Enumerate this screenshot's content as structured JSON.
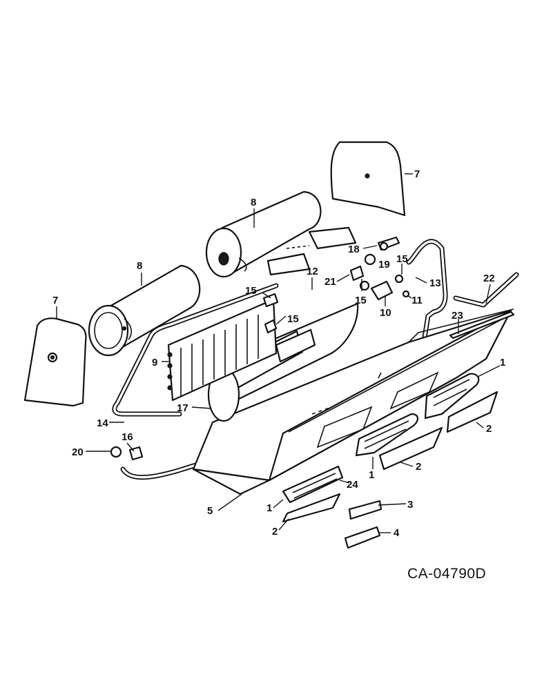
{
  "callouts": {
    "c7_right": "7",
    "c8_top": "8",
    "c18": "18",
    "c19": "19",
    "c15_a": "15",
    "c21": "21",
    "c12": "12",
    "c13": "13",
    "c15_b": "15",
    "c11": "11",
    "c10": "10",
    "c22": "22",
    "c8_left": "8",
    "c7_left": "7",
    "c15_c": "15",
    "c15_d": "15",
    "c9": "9",
    "c23": "23",
    "c1_right": "1",
    "c2_right": "2",
    "c17": "17",
    "c14": "14",
    "c16": "16",
    "c20": "20",
    "c1_mid": "1",
    "c2_mid": "2",
    "c24": "24",
    "c5": "5",
    "c1_bottom": "1",
    "c3": "3",
    "c2_bottom": "2",
    "c4": "4"
  },
  "drawing_code": "CA-04790D"
}
